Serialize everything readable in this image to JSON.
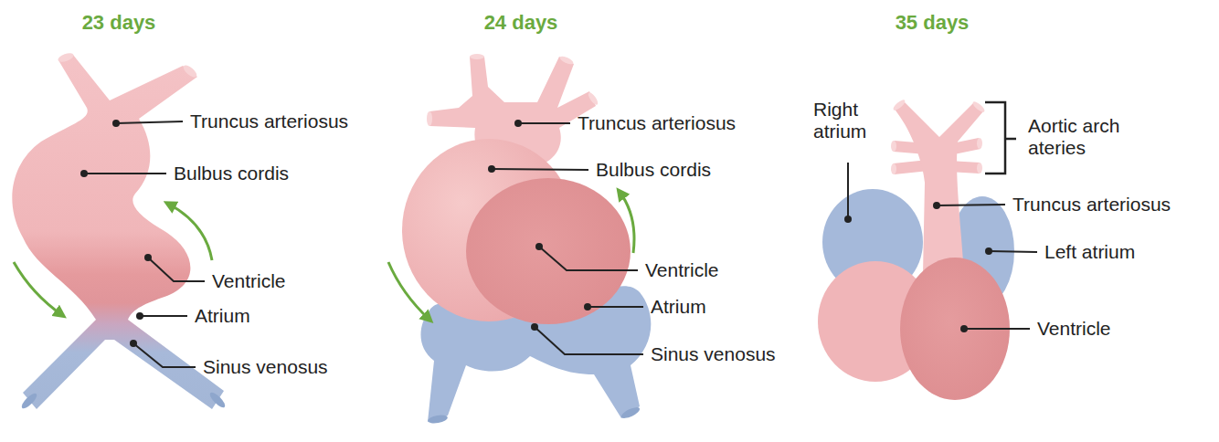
{
  "diagram": {
    "labels": [
      "23 days",
      "Truncus arteriosus",
      "Bulbus cordis",
      "Ventricle",
      "Atrium",
      "Sinus venosus",
      "24 days",
      "Truncus arteriosus",
      "Bulbus cordis",
      "Ventricle",
      "Atrium",
      "Sinus venosus",
      "35 days",
      "Right atrium",
      "Aortic arch ateries",
      "Truncus arteriosus",
      "Left atrium",
      "Ventricle"
    ]
  }
}
